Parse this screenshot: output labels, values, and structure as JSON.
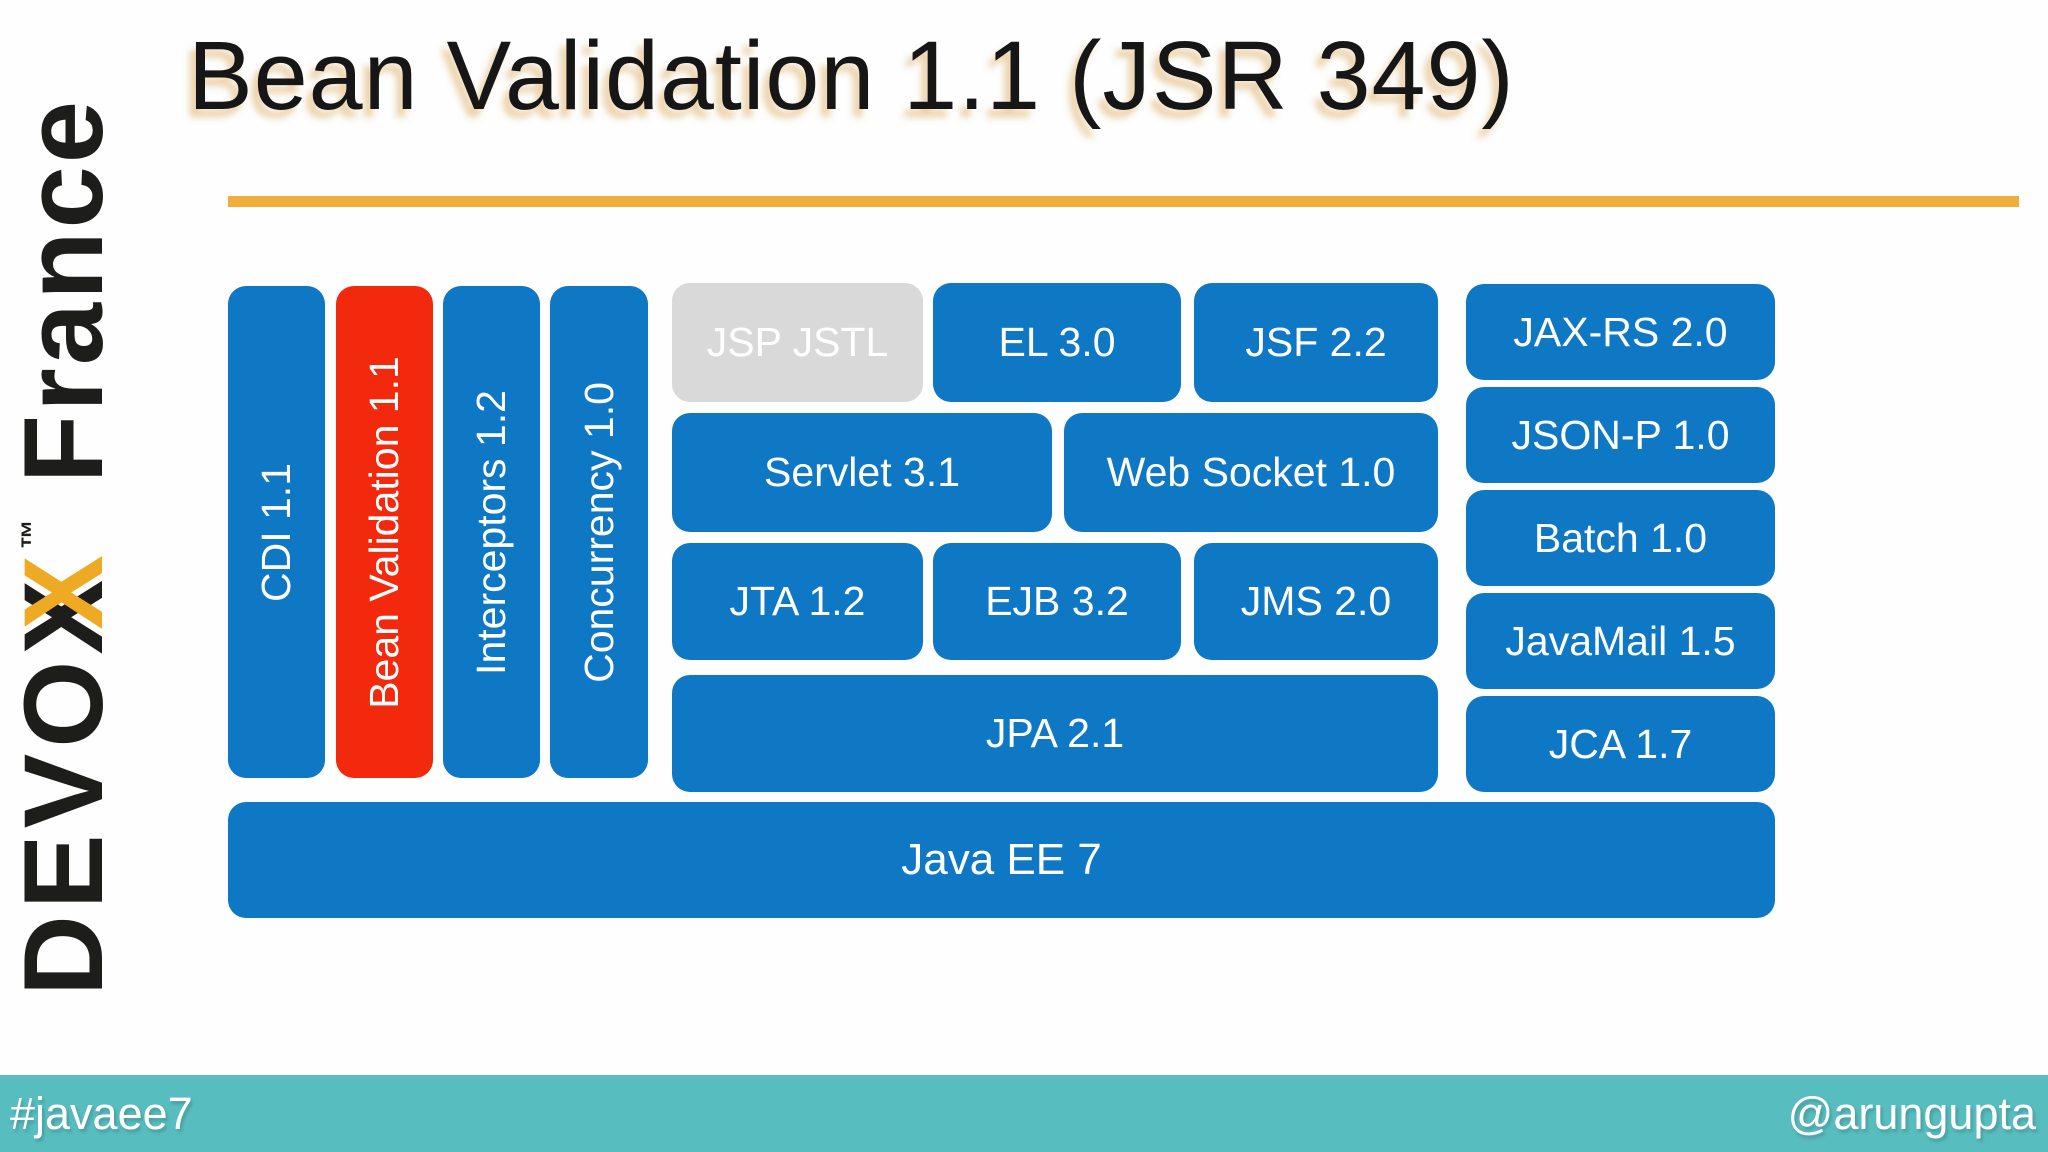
{
  "slide": {
    "title": "Bean Validation 1.1 (JSR 349)",
    "logo": {
      "prefix": "DEVO",
      "x_black": "X",
      "x_orange": "X",
      "trademark": "™",
      "country": "France"
    },
    "footer": {
      "hashtag": "#javaee7",
      "handle": "@arungupta"
    }
  },
  "colors": {
    "blue": "#0e78c5",
    "red": "#f2290c",
    "gray": "#d9d9d9",
    "teal": "#58bdbf",
    "orange": "#f2ae3a"
  },
  "diagram": {
    "bars": [
      {
        "label": "CDI 1.1",
        "highlight": false
      },
      {
        "label": "Bean Validation 1.1",
        "highlight": true
      },
      {
        "label": "Interceptors 1.2",
        "highlight": false
      },
      {
        "label": "Concurrency 1.0",
        "highlight": false
      }
    ],
    "web_row": [
      {
        "label": "JSP JSTL",
        "muted": true
      },
      {
        "label": "EL 3.0",
        "muted": false
      },
      {
        "label": "JSF 2.2",
        "muted": false
      }
    ],
    "mid_row": [
      {
        "label": "Servlet 3.1"
      },
      {
        "label": "Web Socket 1.0"
      }
    ],
    "biz_row": [
      {
        "label": "JTA 1.2"
      },
      {
        "label": "EJB 3.2"
      },
      {
        "label": "JMS 2.0"
      }
    ],
    "jpa_label": "JPA 2.1",
    "right_column": [
      {
        "label": "JAX-RS 2.0"
      },
      {
        "label": "JSON-P 1.0"
      },
      {
        "label": "Batch 1.0"
      },
      {
        "label": "JavaMail 1.5"
      },
      {
        "label": "JCA 1.7"
      }
    ],
    "platform_label": "Java EE 7"
  }
}
